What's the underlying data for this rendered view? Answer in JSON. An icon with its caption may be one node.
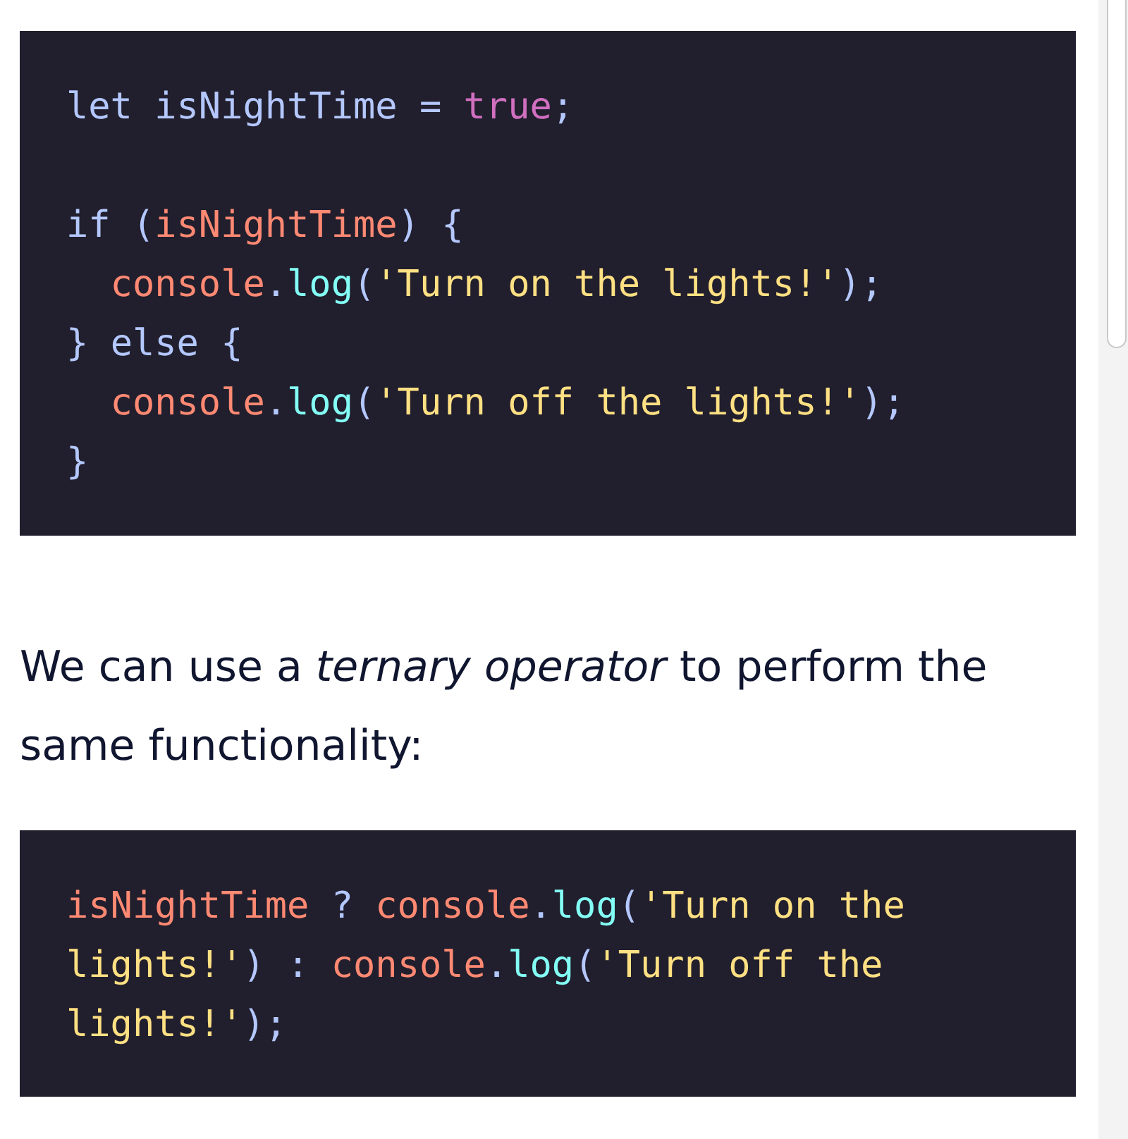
{
  "diagram": {
    "labels": [
      "let isNightTime = true;",
      "if (isNightTime) {",
      "console.log('Turn on the lights!');",
      "} else {",
      "console.log('Turn off the lights!');",
      "}",
      "We can use a *ternary operator* to perform the same functionality:",
      "isNightTime ? console.log('Turn on the lights!') : console.log('Turn off the lights!');"
    ]
  }
}
